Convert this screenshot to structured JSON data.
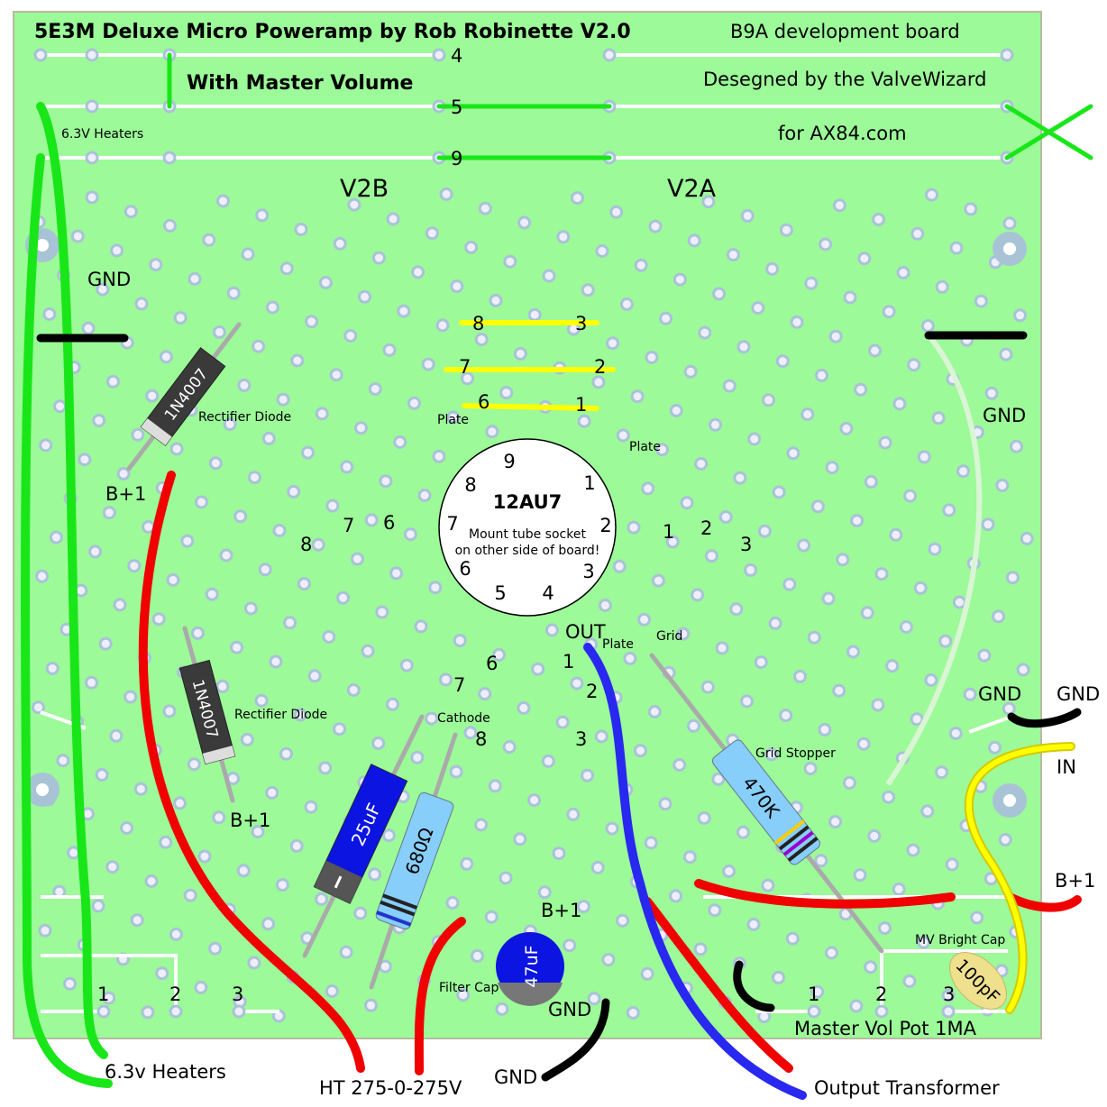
{
  "title": "5E3M Deluxe Micro Poweramp by Rob Robinette V2.0",
  "subtitle": "With Master Volume",
  "board_name": "B9A development board",
  "designer": "Desegned by the ValveWizard",
  "site": "for AX84.com",
  "colors": {
    "board": "#9cfa98",
    "heater": "#19e619",
    "ht": "#f00000",
    "signal": "#ffff00",
    "output": "#2828f0",
    "ground": "#000000"
  },
  "strip_numbers": [
    "4",
    "5",
    "9"
  ],
  "heater_label_small": "6.3V Heaters",
  "v2b": "V2B",
  "v2a": "V2A",
  "gnd": "GND",
  "b_plus_1": "B+1",
  "tube": {
    "name": "12AU7",
    "note1": "Mount tube socket",
    "note2": "on other side of board!",
    "pins": [
      "1",
      "2",
      "3",
      "4",
      "5",
      "6",
      "7",
      "8",
      "9"
    ]
  },
  "jumpers": [
    {
      "a": "8",
      "b": "3"
    },
    {
      "a": "7",
      "b": "2"
    },
    {
      "a": "6",
      "b": "1"
    }
  ],
  "labels": {
    "plate": "Plate",
    "grid": "Grid",
    "cathode": "Cathode",
    "out": "OUT",
    "rectifier": "Rectifier Diode",
    "grid_stopper": "Grid Stopper",
    "filter_cap": "Filter Cap",
    "mv_bright_cap": "MV Bright Cap",
    "in": "IN"
  },
  "components": {
    "diode": "1N4007",
    "cap_cathode": "25uF",
    "res_cathode": "680Ω",
    "res_grid": "470K",
    "cap_filter": "47uF",
    "cap_bright": "100pF"
  },
  "pin_numbers_v2b": [
    "8",
    "7",
    "6"
  ],
  "pin_numbers_v2a": [
    "1",
    "2",
    "3"
  ],
  "lower_pins_left": [
    "6",
    "7",
    "8"
  ],
  "lower_pins_right": [
    "1",
    "2",
    "3"
  ],
  "pot_left_pins": [
    "1",
    "2",
    "3"
  ],
  "pot_right_pins": [
    "1",
    "2",
    "3"
  ],
  "pot_label": "Master Vol Pot 1MA",
  "wire_labels": {
    "heaters": "6.3v Heaters",
    "ht": "HT 275-0-275V",
    "gnd": "GND",
    "output": "Output Transformer"
  }
}
